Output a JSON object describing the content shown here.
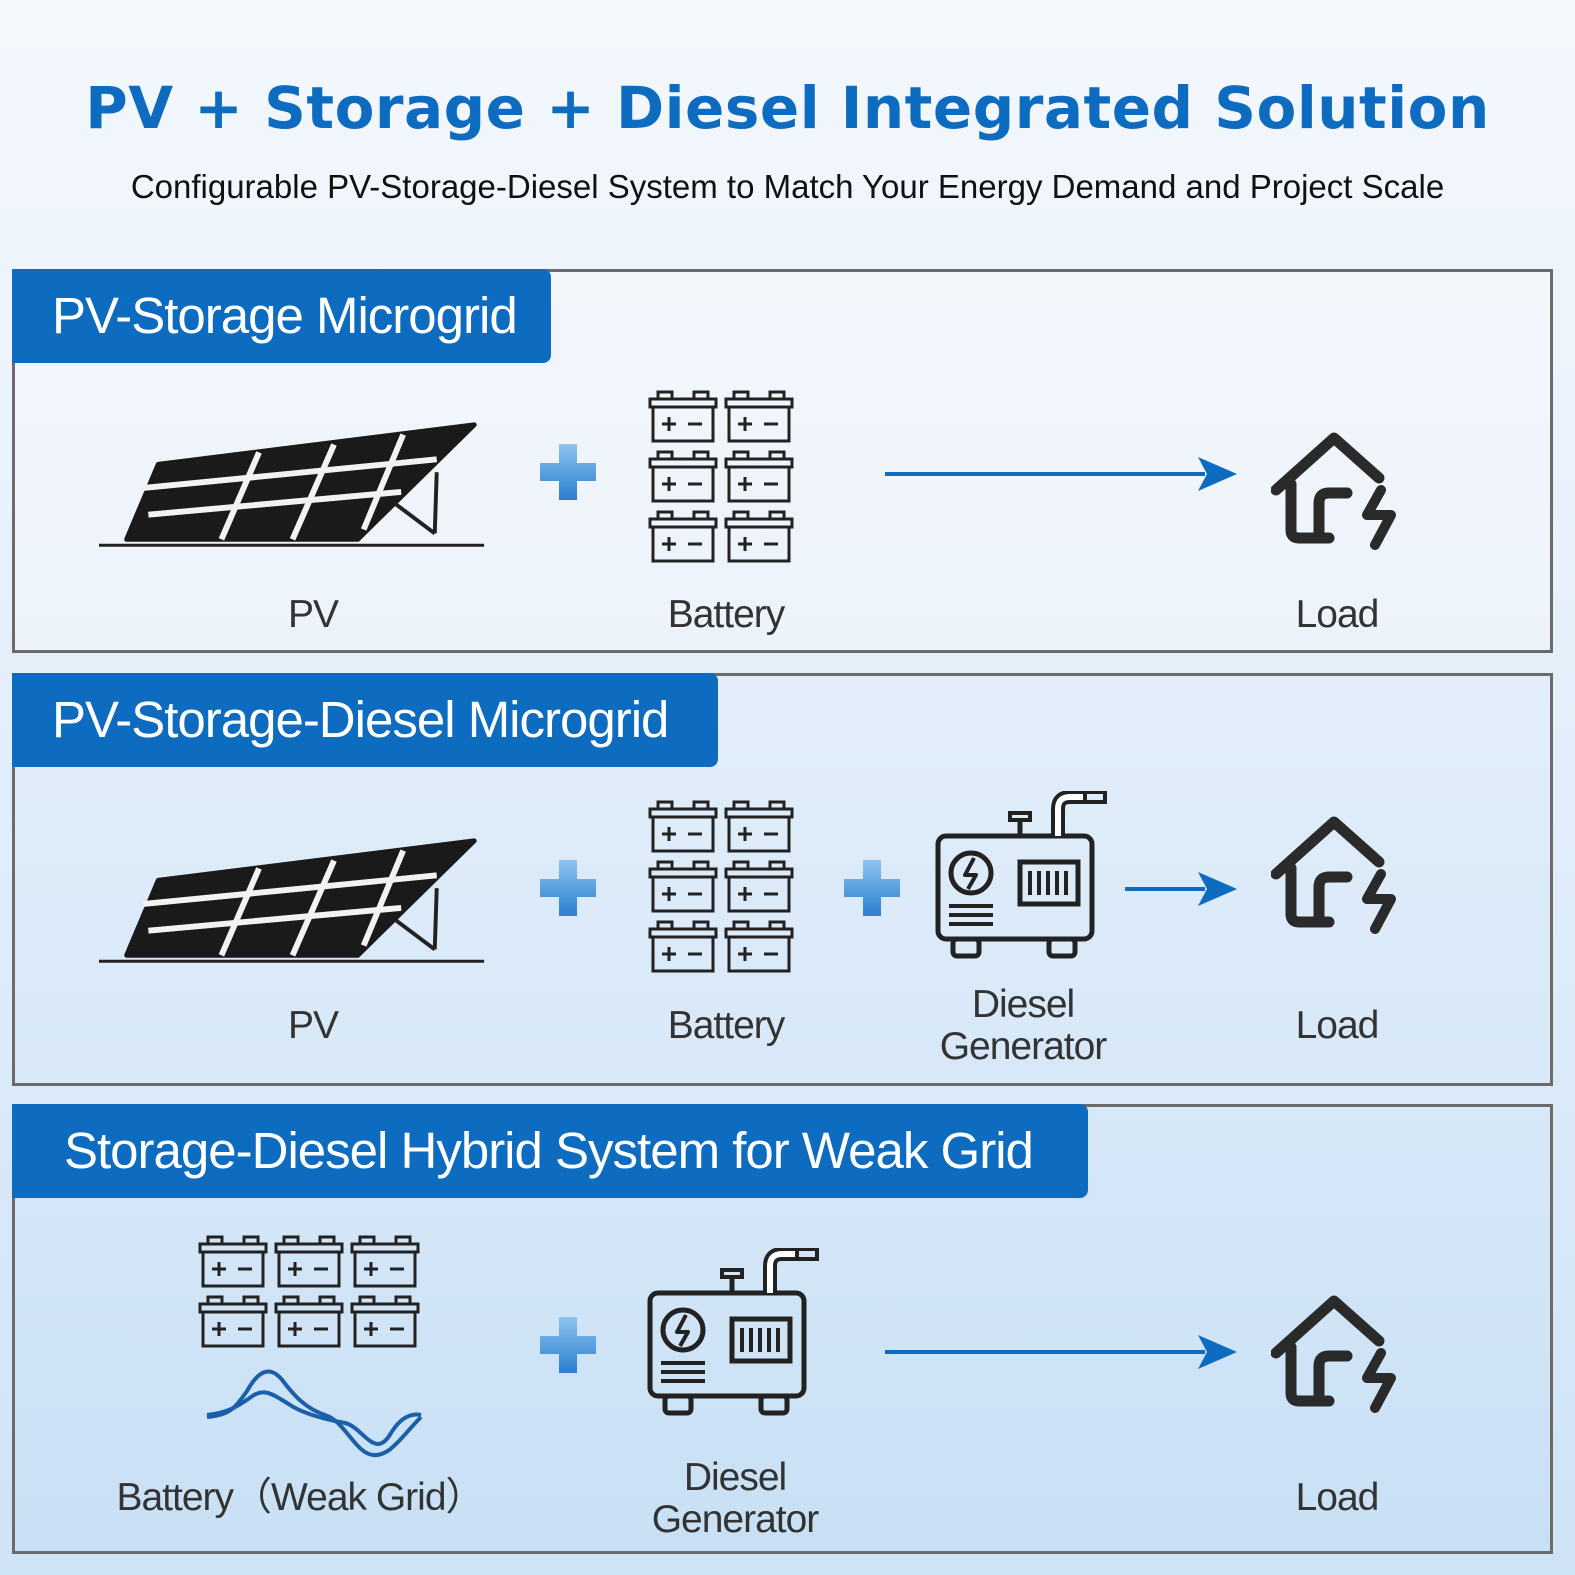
{
  "header": {
    "title": "PV + Storage + Diesel Integrated Solution",
    "subtitle": "Configurable PV-Storage-Diesel System to Match Your Energy Demand and Project Scale"
  },
  "panels": [
    {
      "title": "PV-Storage Microgrid",
      "labels": {
        "pv": "PV",
        "battery": "Battery",
        "load": "Load"
      }
    },
    {
      "title": "PV-Storage-Diesel Microgrid",
      "labels": {
        "pv": "PV",
        "battery": "Battery",
        "diesel_line1": "Diesel",
        "diesel_line2": "Generator",
        "load": "Load"
      }
    },
    {
      "title": "Storage-Diesel Hybrid System for Weak Grid",
      "labels": {
        "battery": "Battery（Weak Grid）",
        "diesel_line1": "Diesel",
        "diesel_line2": "Generator",
        "load": "Load"
      }
    }
  ],
  "icons": [
    "solar-panel-icon",
    "plus-icon",
    "battery-icon",
    "diesel-generator-icon",
    "arrow-right-icon",
    "house-lightning-icon",
    "wave-icon"
  ],
  "colors": {
    "accent": "#0d6cbf",
    "icon_stroke": "#222222",
    "plus_light": "#7ab8ea"
  }
}
